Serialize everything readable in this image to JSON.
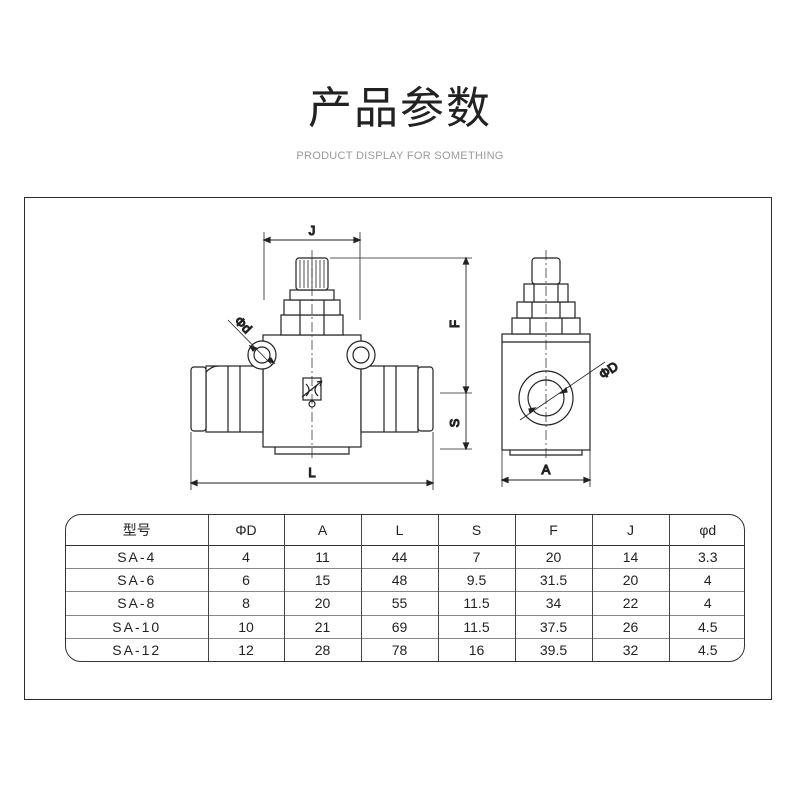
{
  "header": {
    "title": "产品参数",
    "subtitle": "PRODUCT DISPLAY FOR SOMETHING"
  },
  "drawing": {
    "labels": {
      "J": "J",
      "F": "F",
      "S": "S",
      "L": "L",
      "A": "A",
      "phi_d": "Φd",
      "phi_D": "ΦD"
    }
  },
  "table": {
    "headers": [
      "型号",
      "ΦD",
      "A",
      "L",
      "S",
      "F",
      "J",
      "φd"
    ],
    "rows": [
      [
        "SA-4",
        "4",
        "11",
        "44",
        "7",
        "20",
        "14",
        "3.3"
      ],
      [
        "SA-6",
        "6",
        "15",
        "48",
        "9.5",
        "31.5",
        "20",
        "4"
      ],
      [
        "SA-8",
        "8",
        "20",
        "55",
        "11.5",
        "34",
        "22",
        "4"
      ],
      [
        "SA-10",
        "10",
        "21",
        "69",
        "11.5",
        "37.5",
        "26",
        "4.5"
      ],
      [
        "SA-12",
        "12",
        "28",
        "78",
        "16",
        "39.5",
        "32",
        "4.5"
      ]
    ]
  }
}
